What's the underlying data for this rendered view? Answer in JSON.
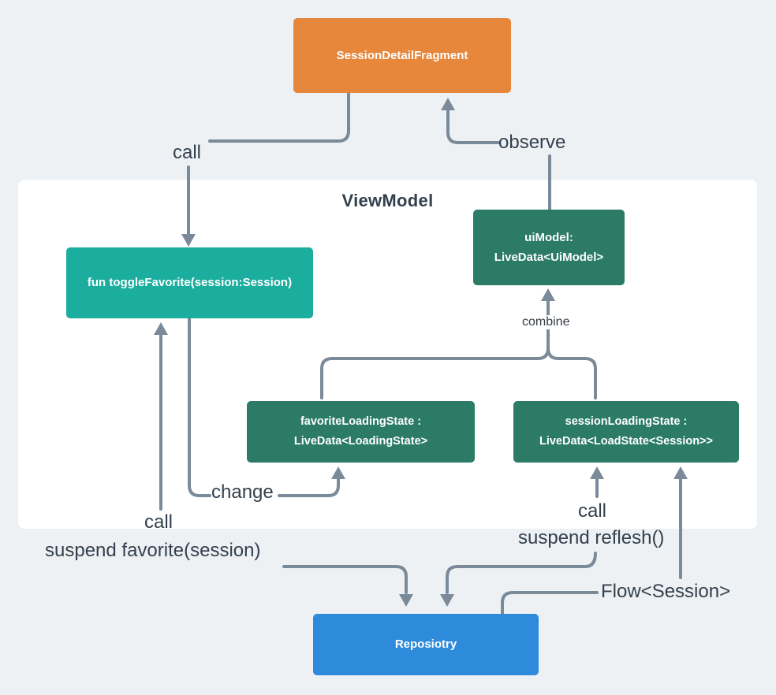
{
  "diagram": {
    "title": "ViewModel"
  },
  "colors": {
    "background": "#EDF1F4",
    "panel": "#FFFFFF",
    "connector": "#7B8A99",
    "label_text": "#33404D",
    "fragment": "#E6873C",
    "teal": "#1BAD9E",
    "green": "#2B7B66",
    "blue": "#2E8BDC"
  },
  "nodes": {
    "fragment": {
      "label": "SessionDetailFragment"
    },
    "toggle_favorite": {
      "label": "fun toggleFavorite(session:Session)"
    },
    "ui_model": {
      "line1": "uiModel:",
      "line2": "LiveData<UiModel>"
    },
    "favorite_loading_state": {
      "line1": "favoriteLoadingState :",
      "line2": "LiveData<LoadingState>"
    },
    "session_loading_state": {
      "line1": "sessionLoadingState :",
      "line2": "LiveData<LoadState<Session>>"
    },
    "repository": {
      "label": "Reposiotry"
    }
  },
  "labels": {
    "call_top": "call",
    "observe": "observe",
    "combine": "combine",
    "change": "change",
    "call_left": "call",
    "suspend_favorite": "suspend favorite(session)",
    "call_right": "call",
    "suspend_reflesh": "suspend reflesh()",
    "flow_session": "Flow<Session>"
  }
}
